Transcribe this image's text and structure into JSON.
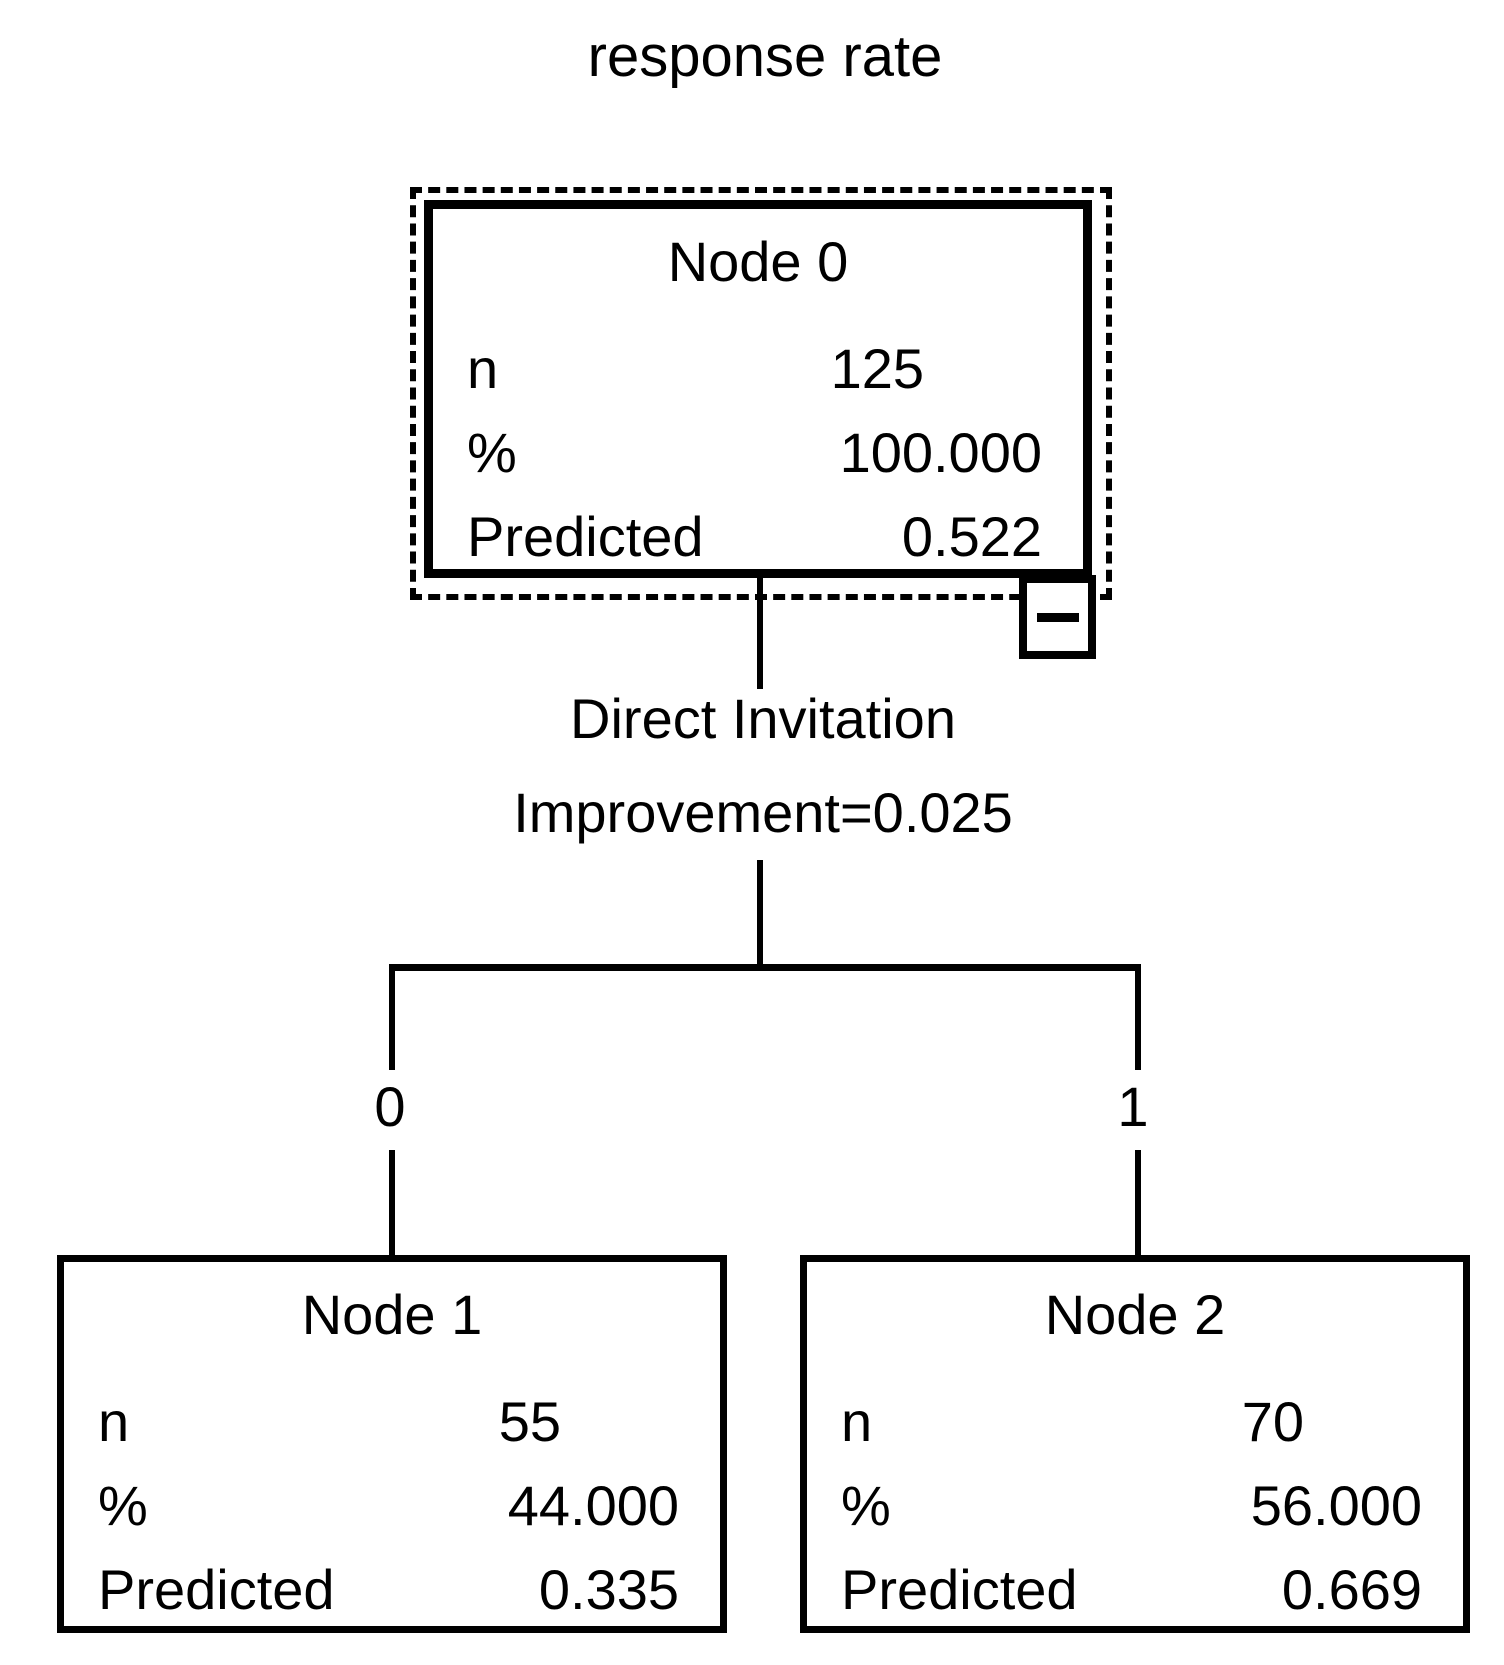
{
  "tree": {
    "title": "response rate",
    "split": {
      "variable": "Direct Invitation",
      "improvement": "Improvement=0.025",
      "left_branch_value": "0",
      "right_branch_value": "1"
    },
    "nodes": {
      "root": {
        "title": "Node 0",
        "n_label": "n",
        "n_value": "125",
        "pct_label": "%",
        "pct_value": "100.000",
        "pred_label": "Predicted",
        "pred_value": "0.522",
        "selected": true
      },
      "left": {
        "title": "Node 1",
        "n_label": "n",
        "n_value": "55",
        "pct_label": "%",
        "pct_value": "44.000",
        "pred_label": "Predicted",
        "pred_value": "0.335"
      },
      "right": {
        "title": "Node 2",
        "n_label": "n",
        "n_value": "70",
        "pct_label": "%",
        "pct_value": "56.000",
        "pred_label": "Predicted",
        "pred_value": "0.669"
      }
    },
    "icons": {
      "collapse": "minus-icon"
    },
    "colors": {
      "foreground": "#000000",
      "background": "#ffffff"
    }
  }
}
